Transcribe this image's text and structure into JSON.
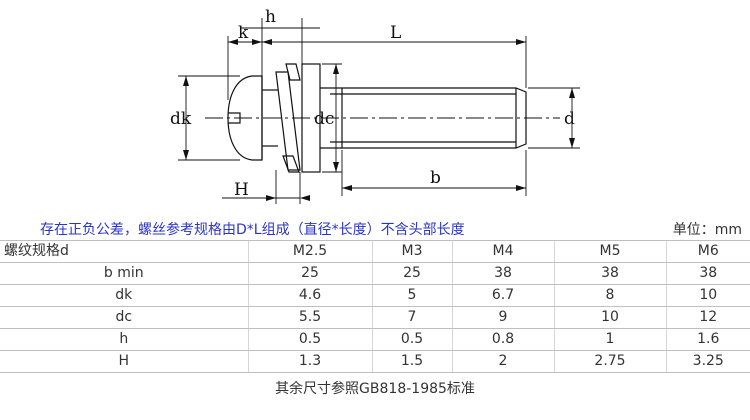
{
  "diagram": {
    "labels": {
      "h": "h",
      "k": "k",
      "L": "L",
      "dk": "dk",
      "dc": "dc",
      "d": "d",
      "H": "H",
      "b": "b"
    }
  },
  "note": "存在正负公差，螺丝参考规格由D*L组成（直径*长度）不含头部长度",
  "unit": "单位：mm",
  "table": {
    "header": [
      "螺纹规格d",
      "M2.5",
      "M3",
      "M4",
      "M5",
      "M6"
    ],
    "rows": [
      {
        "label": "b min",
        "values": [
          "25",
          "25",
          "38",
          "38",
          "38"
        ]
      },
      {
        "label": "dk",
        "values": [
          "4.6",
          "5",
          "6.7",
          "8",
          "10"
        ]
      },
      {
        "label": "dc",
        "values": [
          "5.5",
          "7",
          "9",
          "10",
          "12"
        ]
      },
      {
        "label": "h",
        "values": [
          "0.5",
          "0.5",
          "0.8",
          "1",
          "1.6"
        ]
      },
      {
        "label": "H",
        "values": [
          "1.3",
          "1.5",
          "2",
          "2.75",
          "3.25"
        ]
      }
    ]
  },
  "footer": "其余尺寸参照GB818-1985标准"
}
